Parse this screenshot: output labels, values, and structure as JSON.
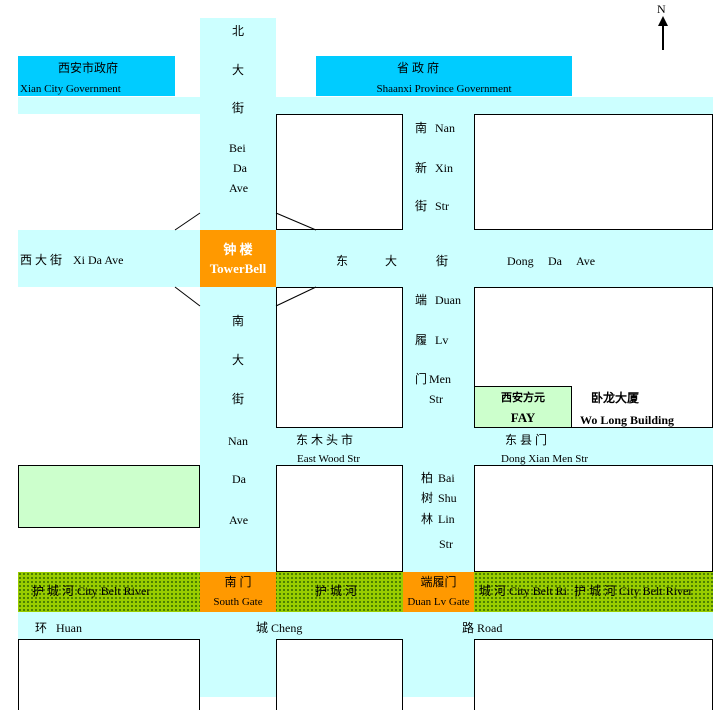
{
  "north": {
    "label": "N"
  },
  "government": {
    "city_cn": "西安市政府",
    "city_en": "Xian City Government",
    "province_cn": "省 政 府",
    "province_en": "Shaanxi Province Government"
  },
  "bei_da": {
    "cn": [
      "北",
      "大",
      "街"
    ],
    "en": [
      "Bei",
      "Da",
      "Ave"
    ]
  },
  "nan_xin": {
    "cn": [
      "南",
      "新",
      "街"
    ],
    "en": [
      "Nan",
      "Xin",
      "Str"
    ]
  },
  "xi_da": {
    "cn": "西 大 街",
    "en": "Xi Da Ave"
  },
  "bell_tower": {
    "cn": "钟 楼",
    "en": "TowerBell"
  },
  "dong_da": {
    "cn": [
      "东",
      "大",
      "街"
    ],
    "en": [
      "Dong",
      "Da",
      "Ave"
    ]
  },
  "duan_lv": {
    "cn": [
      "端",
      "履",
      "门"
    ],
    "en": [
      "Duan",
      "Lv",
      "Men",
      "Str"
    ]
  },
  "fay": {
    "cn": "西安方元",
    "en": "FAY"
  },
  "wolong": {
    "cn": "卧龙大厦",
    "en": "Wo Long Building"
  },
  "nan_da": {
    "cn": [
      "南",
      "大",
      "街"
    ],
    "en": [
      "Nan",
      "Da",
      "Ave"
    ]
  },
  "east_wood": {
    "cn": "东 木 头 市",
    "en": "East Wood Str"
  },
  "dong_xian": {
    "cn": "东 县 门",
    "en": "Dong Xian Men Str"
  },
  "bai_shu_lin": {
    "cn": [
      "柏",
      "树",
      "林"
    ],
    "en": [
      "Bai",
      "Shu",
      "Lin",
      "Str"
    ]
  },
  "river": {
    "left": "护 城 河 City Belt River",
    "middle": "护 城 河",
    "right_a": "城 河 City Belt Ri",
    "right_b": "护 城 河 City Belt River"
  },
  "south_gate": {
    "cn": "南 门",
    "en": "South Gate"
  },
  "duan_lv_gate": {
    "cn": "端履门",
    "en": "Duan Lv Gate"
  },
  "huan_cheng": {
    "a_cn": "环",
    "a_en": "Huan",
    "b_cn": "城",
    "b_en": "Cheng",
    "c_cn": "路",
    "c_en": "Road"
  },
  "colors": {
    "road": "#ccffff",
    "government": "#00ccff",
    "bell_tower": "#ff9900",
    "park": "#ccffcc",
    "river": "#99cc00"
  }
}
